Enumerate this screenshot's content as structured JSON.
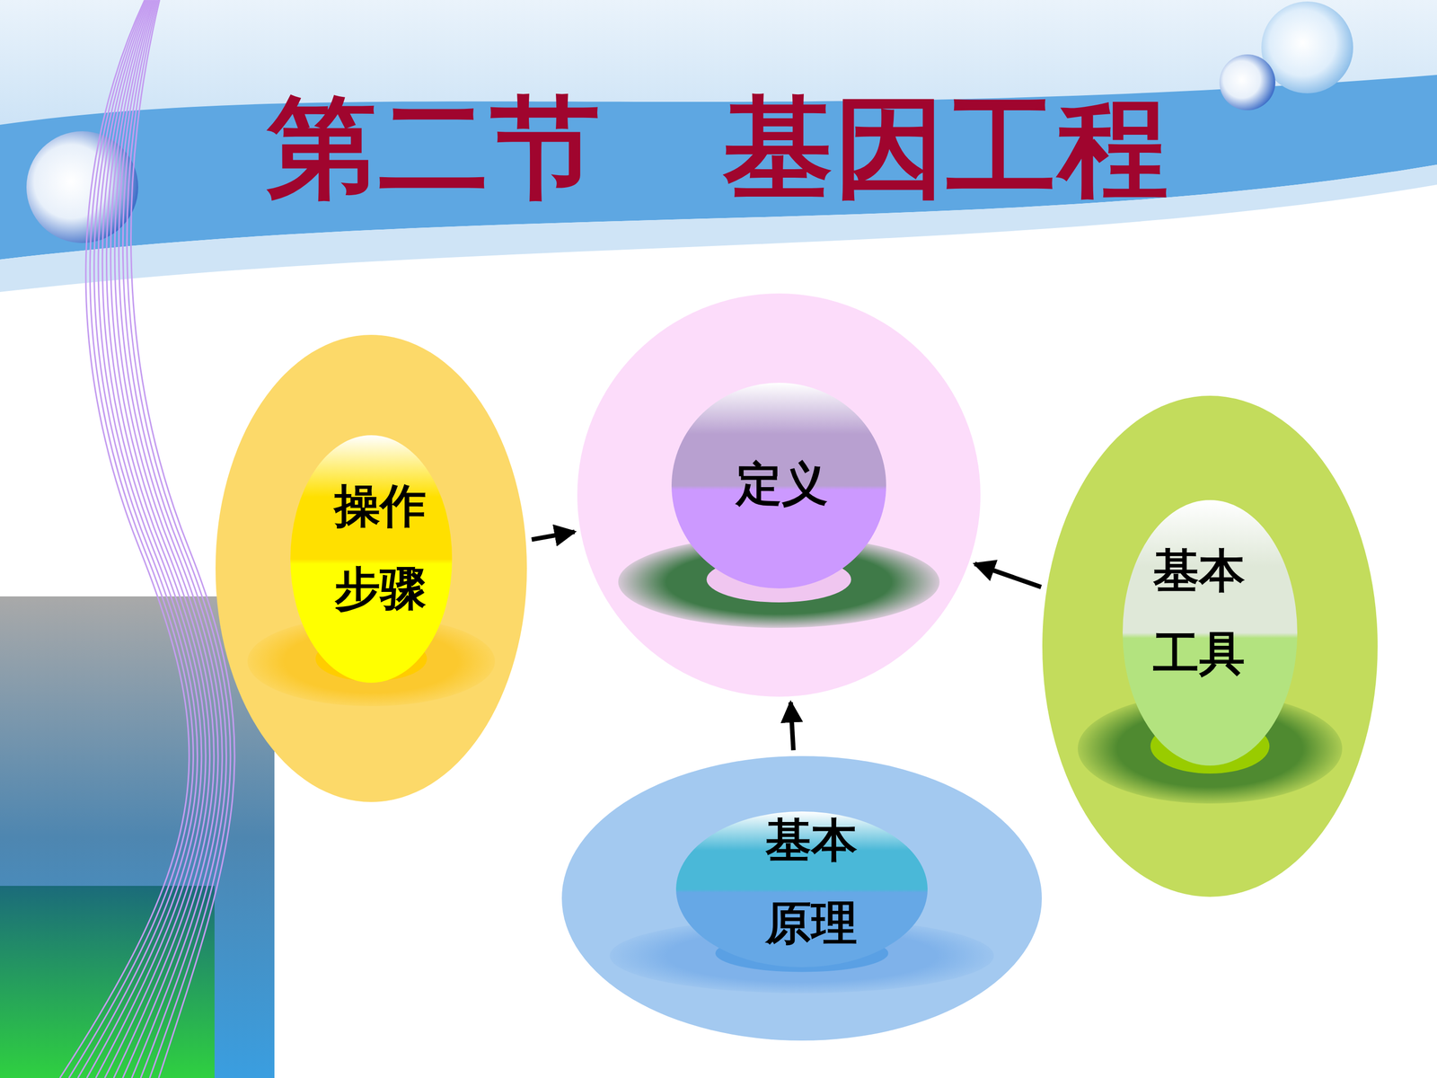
{
  "diagram": {
    "title": "第二节   基因工程",
    "nodes": [
      {
        "text": [
          "操作 步骤"
        ]
      },
      {
        "text": [
          "定义"
        ]
      },
      {
        "text": [
          "基本 工具"
        ]
      },
      {
        "text": [
          "基本 原理"
        ]
      }
    ],
    "edges": [
      {
        "from": 0,
        "to": 1,
        "arrow": "to"
      },
      {
        "from": 2,
        "to": 1,
        "arrow": "to"
      },
      {
        "from": 3,
        "to": 1,
        "arrow": "to"
      }
    ]
  }
}
